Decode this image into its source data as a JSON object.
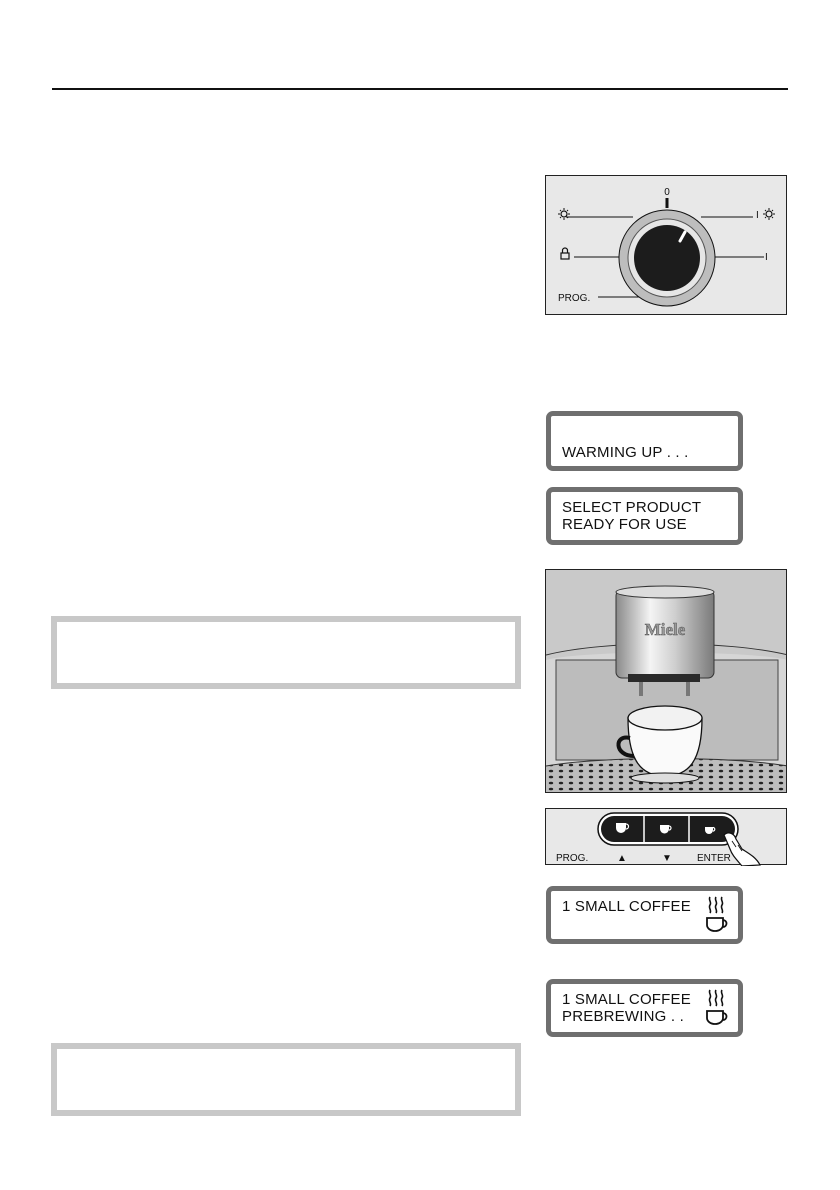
{
  "selector": {
    "zero_label": "0",
    "on_label": "I",
    "prog_label": "PROG."
  },
  "displays": {
    "warming": {
      "line1": "WARMING UP . . ."
    },
    "ready": {
      "line1": "SELECT PRODUCT",
      "line2": "READY FOR USE"
    },
    "coffee": {
      "line1": "1 SMALL COFFEE"
    },
    "prebrewing": {
      "line1": "1 SMALL COFFEE",
      "line2": "PREBREWING . ."
    }
  },
  "machine": {
    "brand": "Miele"
  },
  "buttons": {
    "prog_label": "PROG.",
    "up_symbol": "▲",
    "down_symbol": "▼",
    "enter_label": "ENTER"
  },
  "icons": [
    "light-icon",
    "lock-icon",
    "coffee-cup-icon",
    "steam-cup-icon",
    "finger-icon"
  ],
  "colors": {
    "panel": "#e8e8e8",
    "lcd_frame": "#6f6f6f",
    "note_border": "#c8c8c8",
    "knob": "#222222"
  }
}
